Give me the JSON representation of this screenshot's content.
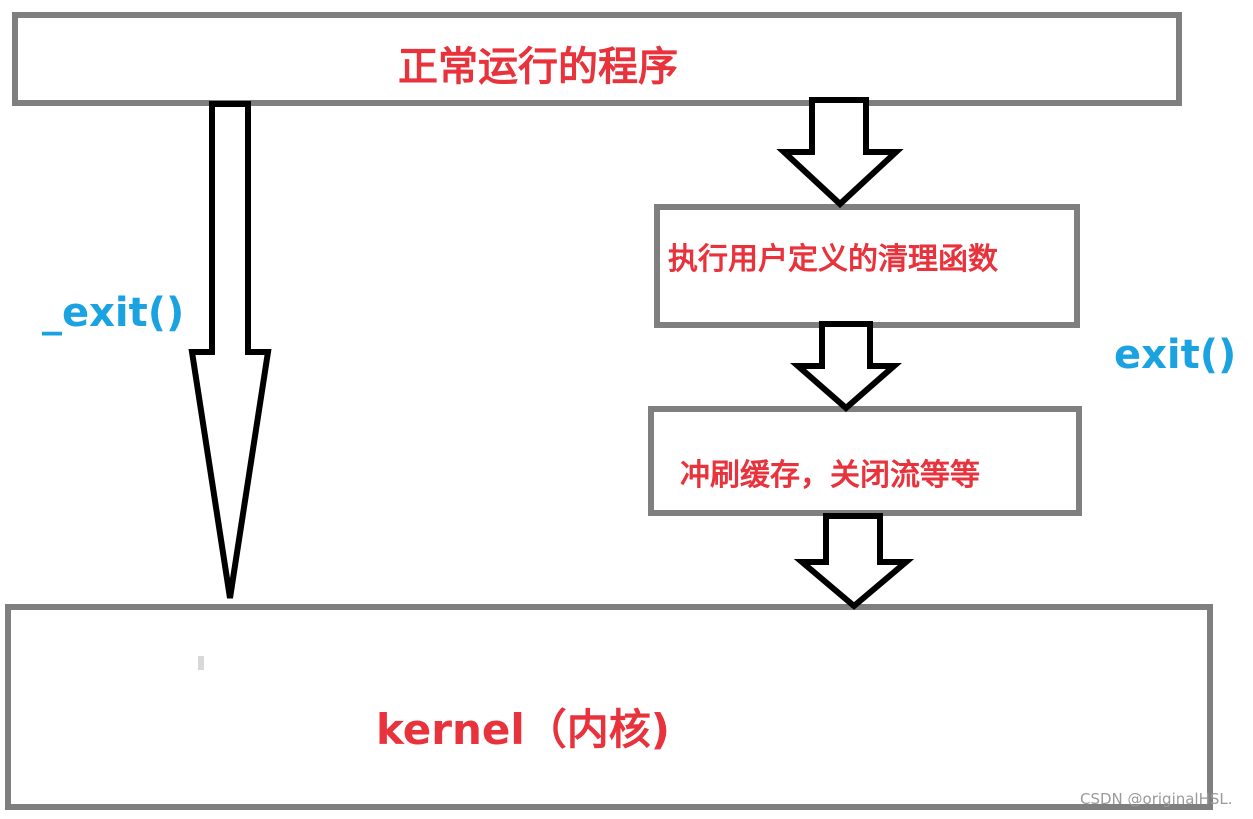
{
  "boxes": {
    "top_label": "正常运行的程序",
    "cleanup_label": "执行用户定义的清理函数",
    "flush_label": "冲刷缓存，关闭流等等",
    "kernel_label": "kernel（内核)"
  },
  "edges": {
    "left_label": "_exit()",
    "right_label": "exit()"
  },
  "watermark": "CSDN @originalHSL.",
  "colors": {
    "box_border": "#7f7f7f",
    "label_red": "#e8323c",
    "label_blue": "#1aa3e0",
    "arrow_stroke": "#000000"
  }
}
